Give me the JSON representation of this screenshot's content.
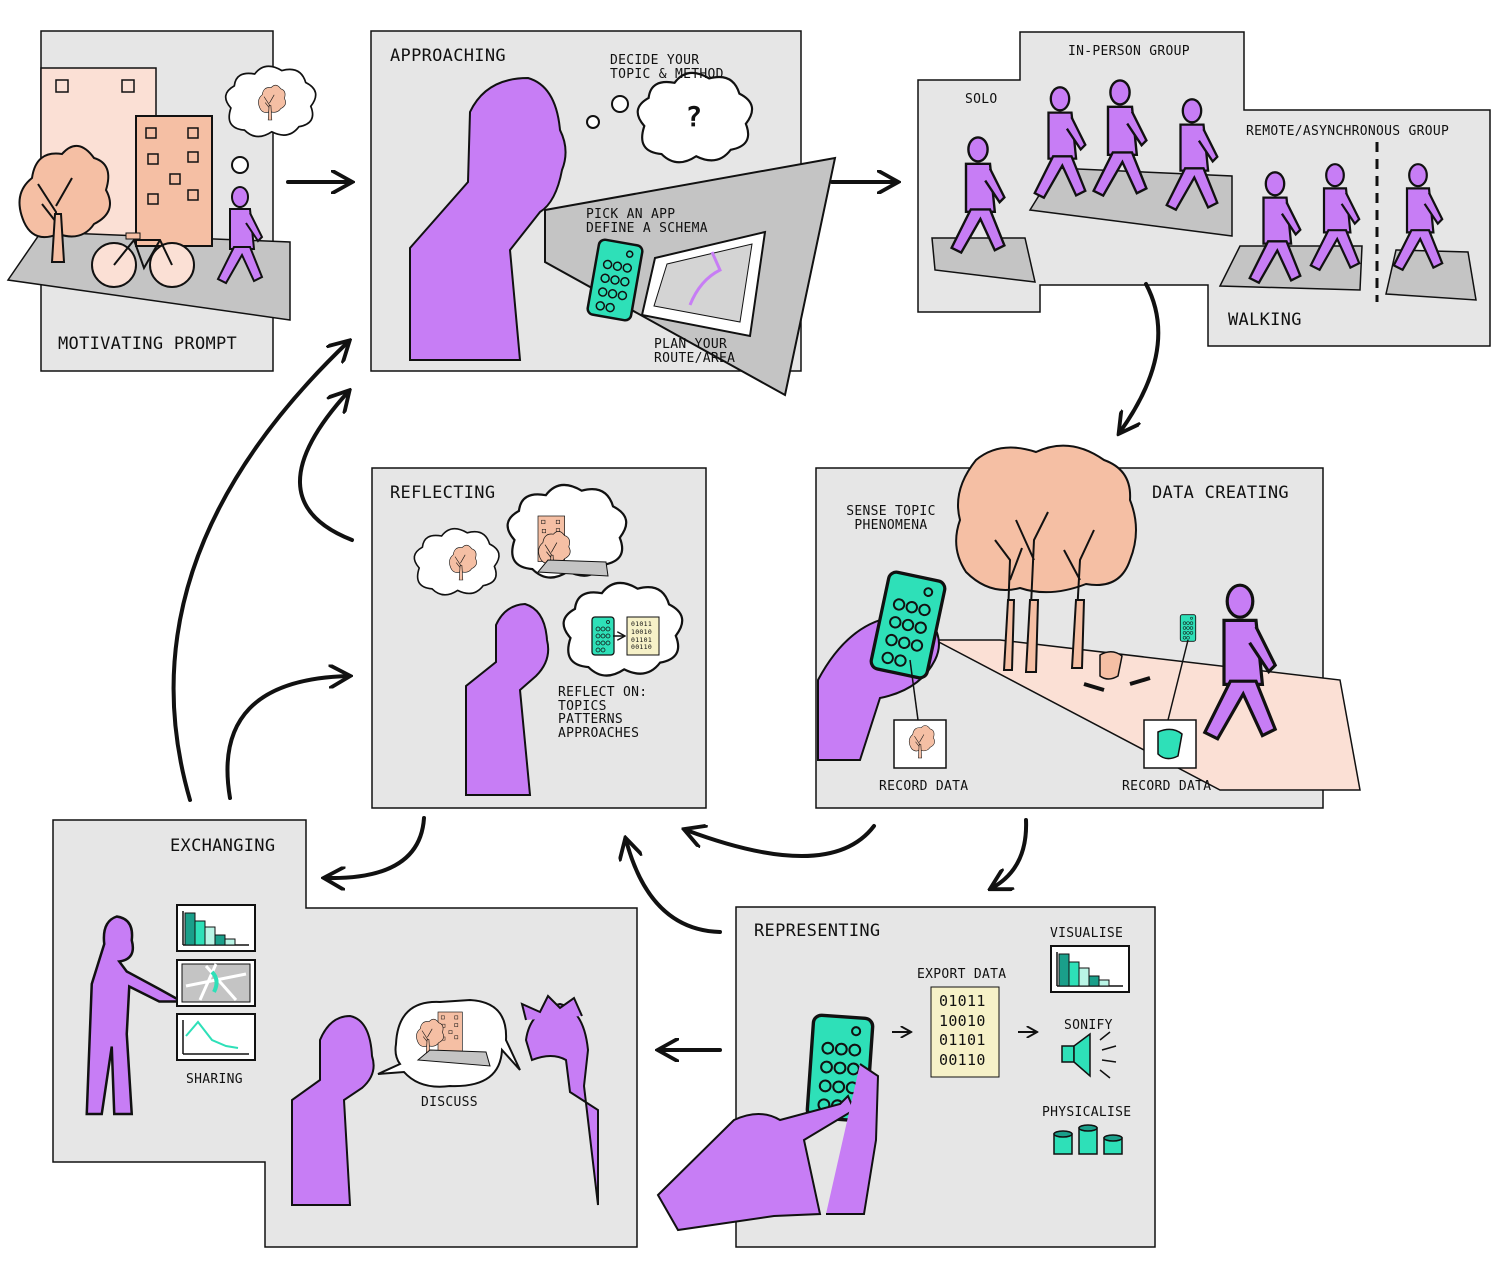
{
  "colors": {
    "panel": "#e6e6e6",
    "purple": "#c77df5",
    "peach": "#f5bfa4",
    "light_peach": "#fbe0d5",
    "teal": "#2ee0b8",
    "ground": "#c4c4c4",
    "binary_bg": "#f6f1c8",
    "ink": "#111111"
  },
  "icons": [
    "thought-bubble-icon",
    "speech-bubble-icon",
    "question-mark-icon",
    "phone-icon",
    "map-icon",
    "tree-icon",
    "building-icon",
    "bicycle-icon",
    "bar-chart-icon",
    "line-chart-icon",
    "speaker-icon",
    "cylinder-icon",
    "arrow-icon"
  ],
  "panels": {
    "motivating": {
      "label": "MOTIVATING PROMPT"
    },
    "approaching": {
      "title": "APPROACHING",
      "thought": "DECIDE YOUR\nTOPIC & METHOD",
      "question": "?",
      "app": "PICK AN APP\nDEFINE A SCHEMA",
      "route": "PLAN YOUR\nROUTE/AREA"
    },
    "walking": {
      "title": "WALKING",
      "solo": "SOLO",
      "in_person": "IN-PERSON GROUP",
      "remote": "REMOTE/ASYNCHRONOUS GROUP"
    },
    "data_creating": {
      "title": "DATA CREATING",
      "sense": "SENSE TOPIC\nPHENOMENA",
      "record_1": "RECORD DATA",
      "record_2": "RECORD DATA"
    },
    "reflecting": {
      "title": "REFLECTING",
      "reflect": "REFLECT ON:\nTOPICS\nPATTERNS\nAPPROACHES",
      "binary": "01011\n10010\n01101\n00110"
    },
    "representing": {
      "title": "REPRESENTING",
      "export": "EXPORT DATA",
      "binary": "01011\n10010\n01101\n00110",
      "visualise": "VISUALISE",
      "sonify": "SONIFY",
      "physicalise": "PHYSICALISE"
    },
    "exchanging": {
      "title": "EXCHANGING",
      "sharing": "SHARING",
      "discuss": "DISCUSS"
    }
  }
}
